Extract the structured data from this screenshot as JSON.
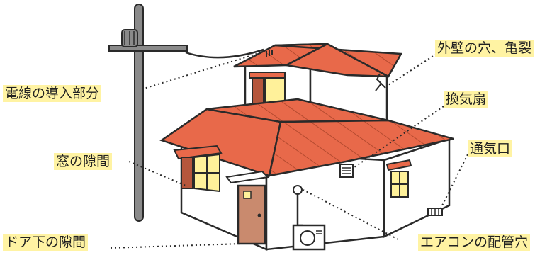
{
  "labels": {
    "wire_entry": "電線の導入部分",
    "wall_cracks": "外壁の穴、亀裂",
    "exhaust_fan": "換気扇",
    "vent": "通気口",
    "window_gap": "窓の隙間",
    "door_gap": "ドア下の隙間",
    "ac_pipe_hole": "エアコンの配管穴"
  },
  "colors": {
    "roof": "#e8694a",
    "wall": "#ffffff",
    "outline": "#2a2a2a",
    "window_glass": "#fff19a",
    "shutter": "#b5563c",
    "door": "#c98a6e",
    "pole": "#8a8a8a",
    "label_bg": "#fff3a3"
  }
}
